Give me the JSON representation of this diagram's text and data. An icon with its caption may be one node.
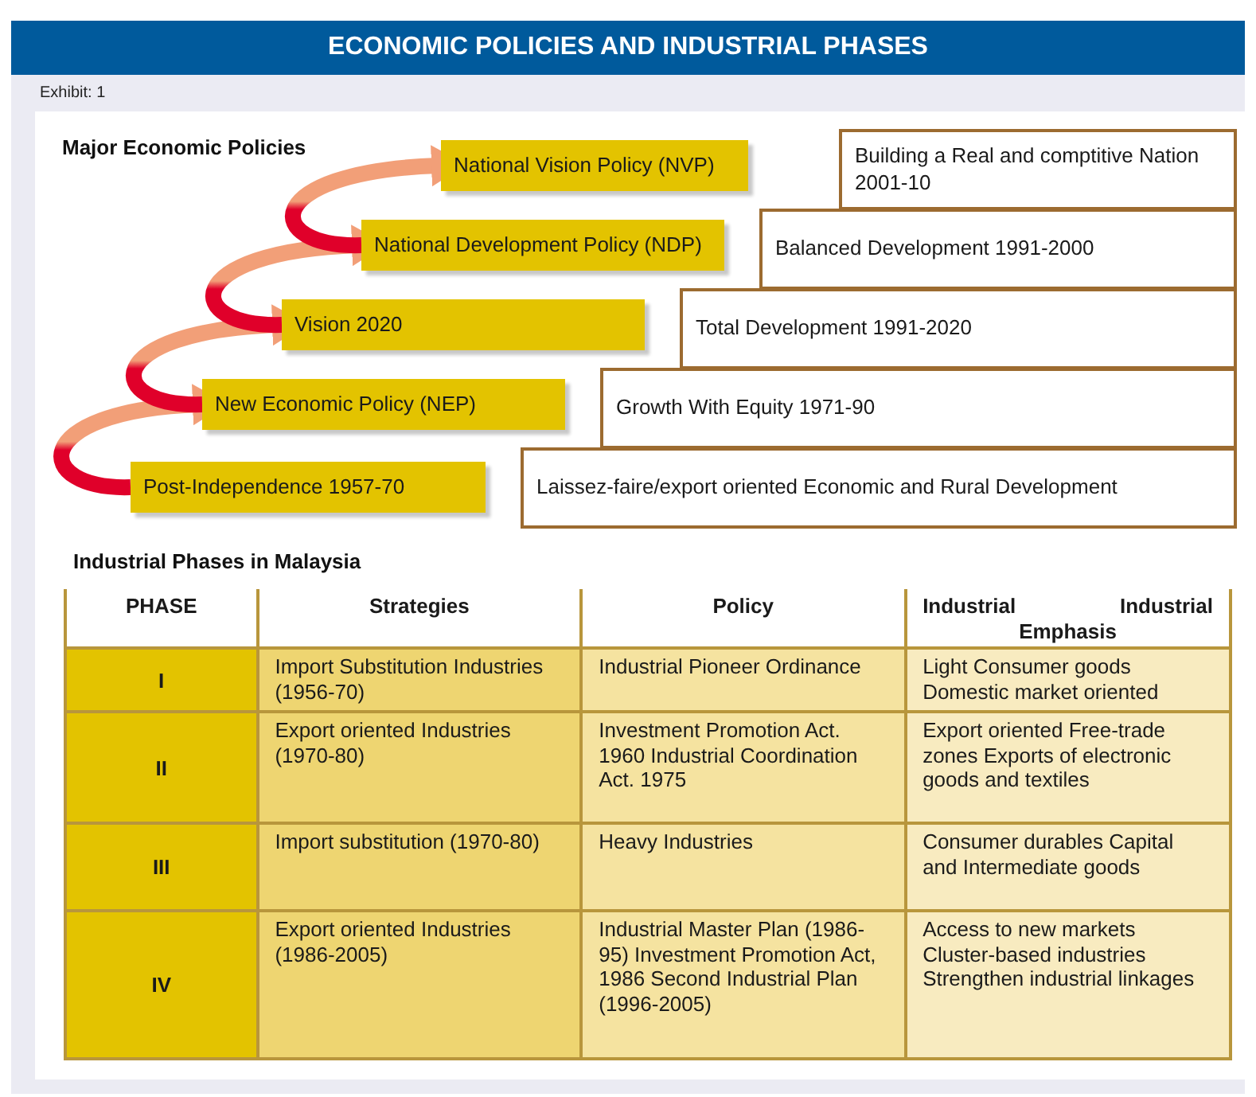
{
  "diagram": {
    "title": "ECONOMIC POLICIES AND INDUSTRIAL PHASES",
    "nodes": [
      {
        "text": [
          "National Vision Policy (NVP)"
        ]
      },
      {
        "text": [
          "National Development Policy (NDP)"
        ]
      },
      {
        "text": [
          "Vision 2020"
        ]
      },
      {
        "text": [
          "New Economic Policy (NEP)"
        ]
      },
      {
        "text": [
          "Post-Independence 1957-70"
        ]
      },
      {
        "text": [
          "Building a Real and comptitive Nation 2001-10"
        ]
      },
      {
        "text": [
          "Balanced Development 1991-2000"
        ]
      },
      {
        "text": [
          "Total Development 1991-2020"
        ]
      },
      {
        "text": [
          "Growth With Equity 1971-90"
        ]
      },
      {
        "text": [
          "Laissez-faire/export oriented Economic and Rural Development"
        ]
      }
    ],
    "edges": [
      {
        "from": 4,
        "to": 3,
        "arrow": "to"
      },
      {
        "from": 3,
        "to": 2,
        "arrow": "to"
      },
      {
        "from": 2,
        "to": 1,
        "arrow": "to"
      },
      {
        "from": 1,
        "to": 0,
        "arrow": "to"
      }
    ],
    "labels": [
      "Exhibit: 1",
      "Major Economic Policies",
      "Industrial Phases in Malaysia",
      "PHASE",
      "Strategies",
      "Policy",
      "Industrial Industrial Emphasis",
      "I",
      "Import Substitution Industries (1956-70)",
      "Industrial Pioneer Ordinance",
      "Light Consumer goods Domestic market oriented",
      "II",
      "Export oriented Industries (1970-80)",
      "Investment Promotion Act. 1960 Industrial Coordination Act. 1975",
      "Export oriented Free-trade zones Exports of electronic goods and textiles",
      "III",
      "Import substitution (1970-80)",
      "Heavy Industries",
      "Consumer durables Capital and Intermediate goods",
      "IV",
      "Export oriented Industries (1986-2005)",
      "Industrial Master Plan (1986-95) Investment Promotion Act, 1986 Second Industrial Plan (1996-2005)",
      "Access to new markets Cluster-based industries Strengthen industrial linkages"
    ]
  }
}
